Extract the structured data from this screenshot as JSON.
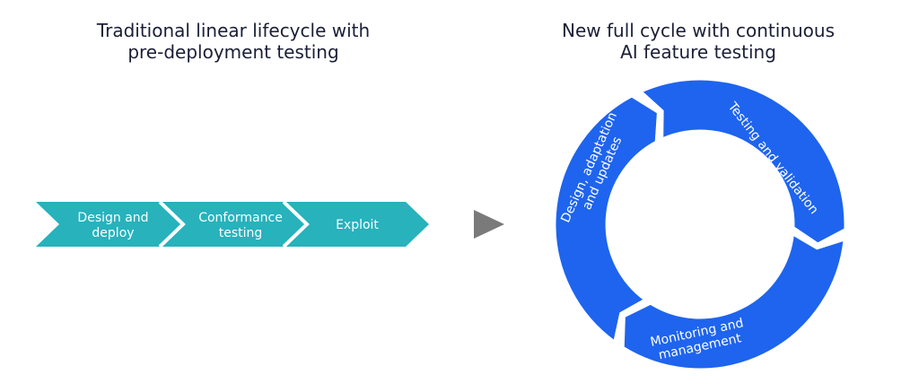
{
  "left": {
    "title_line1": "Traditional linear lifecycle with",
    "title_line2": "pre-deployment testing",
    "steps": [
      {
        "line1": "Design and",
        "line2": "deploy"
      },
      {
        "line1": "Conformance",
        "line2": "testing"
      },
      {
        "line1": "Exploit",
        "line2": ""
      }
    ]
  },
  "right": {
    "title_line1": "New full cycle with continuous",
    "title_line2": "AI feature testing",
    "segments": [
      {
        "line1": "Testing and validation",
        "line2": ""
      },
      {
        "line1": "Monitoring and",
        "line2": "management"
      },
      {
        "line1": "Design, adaptation",
        "line2": "and updates"
      }
    ]
  },
  "colors": {
    "chevron": "#27b2bc",
    "ring": "#1e64ee",
    "arrow": "#7a7a7a",
    "title": "#1a1f36",
    "label": "#ffffff"
  }
}
